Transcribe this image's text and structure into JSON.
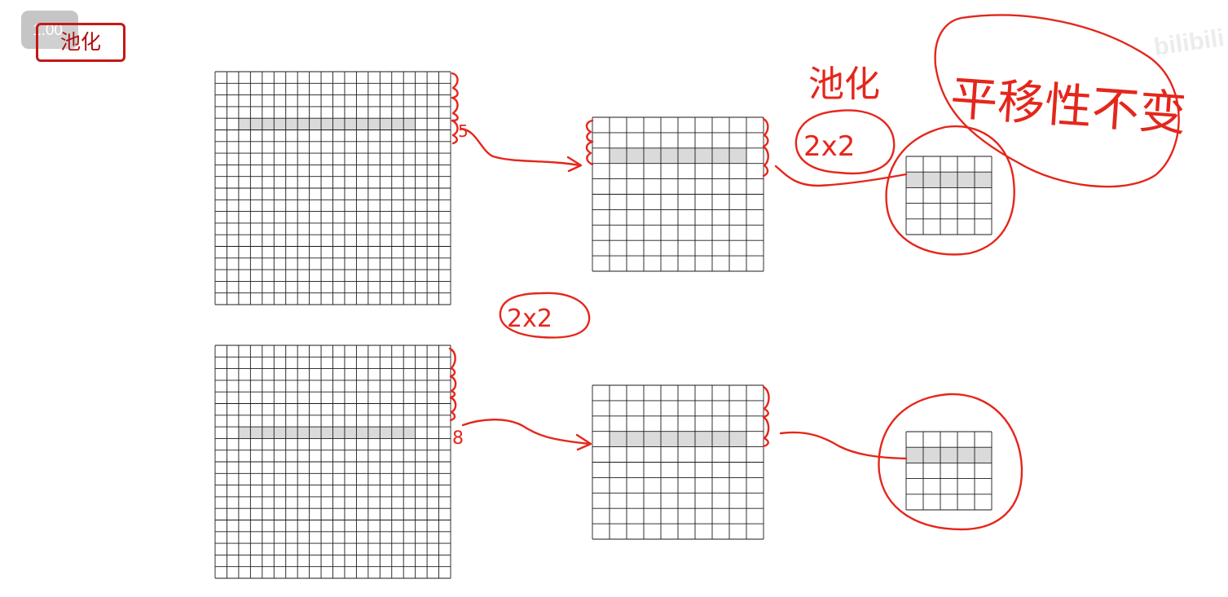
{
  "player": {
    "speed_label": "1.00",
    "watermark": "bilibili"
  },
  "slide": {
    "title": "池化"
  },
  "annotations": {
    "pooling_label": "池化",
    "translation_invariance": "平移性不变",
    "kernel_label_top": "2x2",
    "kernel_label_mid": "2x2",
    "row_note_top": "5",
    "row_note_bottom": "8"
  },
  "colors": {
    "ink": "#e5261c",
    "grid": "#1a1a1a",
    "highlight": "#dadada",
    "title_red": "#c41818"
  },
  "grids": {
    "top_large": {
      "rows": 20,
      "cols": 20,
      "highlight_row": 4,
      "highlight_cols": [
        2,
        17
      ]
    },
    "top_medium": {
      "rows": 10,
      "cols": 10,
      "highlight_row": 2,
      "highlight_cols": [
        1,
        9
      ]
    },
    "top_small": {
      "rows": 5,
      "cols": 5,
      "highlight_row": 1,
      "highlight_cols": [
        0,
        5
      ]
    },
    "bottom_large": {
      "rows": 20,
      "cols": 20,
      "highlight_row": 7,
      "highlight_cols": [
        2,
        17
      ]
    },
    "bottom_medium": {
      "rows": 10,
      "cols": 10,
      "highlight_row": 3,
      "highlight_cols": [
        1,
        9
      ]
    },
    "bottom_small": {
      "rows": 5,
      "cols": 5,
      "highlight_row": 1,
      "highlight_cols": [
        0,
        5
      ]
    }
  }
}
